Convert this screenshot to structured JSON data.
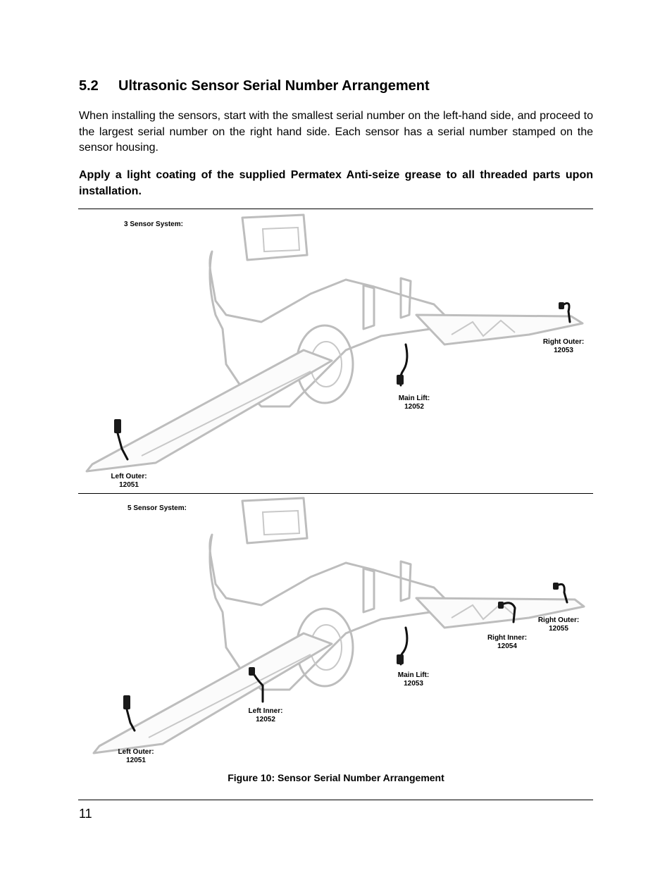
{
  "section": {
    "number": "5.2",
    "title": "Ultrasonic Sensor Serial Number Arrangement"
  },
  "intro": "When installing the sensors, start with the smallest serial number on the left-hand side, and proceed to the largest serial number on the right hand side.  Each sensor has a serial number stamped on the sensor housing.",
  "warning": "Apply a light coating of the supplied Permatex Anti-seize grease to all threaded parts upon installation.",
  "figure_3": {
    "system_label": "3 Sensor System:",
    "sensors": [
      {
        "name": "Left Outer:",
        "serial": "12051"
      },
      {
        "name": "Main Lift:",
        "serial": "12052"
      },
      {
        "name": "Right Outer:",
        "serial": "12053"
      }
    ]
  },
  "figure_5": {
    "system_label": "5 Sensor System:",
    "sensors": [
      {
        "name": "Left Outer:",
        "serial": "12051"
      },
      {
        "name": "Left Inner:",
        "serial": "12052"
      },
      {
        "name": "Main Lift:",
        "serial": "12053"
      },
      {
        "name": "Right Inner:",
        "serial": "12054"
      },
      {
        "name": "Right Outer:",
        "serial": "12055"
      }
    ]
  },
  "caption": "Figure 10: Sensor Serial Number Arrangement",
  "page_number": "11"
}
